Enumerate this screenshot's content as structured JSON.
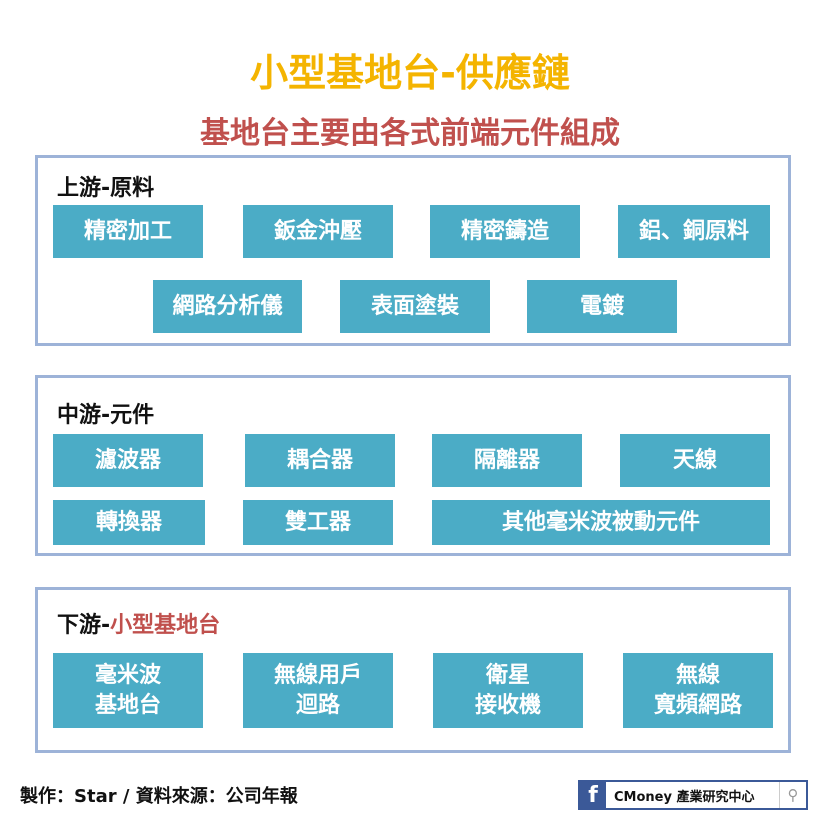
{
  "title": "小型基地台-供應鏈",
  "subtitle": "基地台主要由各式前端元件組成",
  "upstream": {
    "label": "上游-原料",
    "items": [
      "精密加工",
      "鈑金沖壓",
      "精密鑄造",
      "鋁、銅原料",
      "網路分析儀",
      "表面塗裝",
      "電鍍"
    ]
  },
  "midstream": {
    "label": "中游-元件",
    "items": [
      "濾波器",
      "耦合器",
      "隔離器",
      "天線",
      "轉換器",
      "雙工器",
      "其他毫米波被動元件"
    ]
  },
  "downstream": {
    "label_prefix": "下游-",
    "label_highlight": "小型基地台",
    "items": [
      "毫米波\n基地台",
      "無線用戶\n迴路",
      "衛星\n接收機",
      "無線\n寬頻網路"
    ]
  },
  "footer": {
    "credit": "製作：Star / 資料來源：公司年報",
    "brand": "CMoney 產業研究中心",
    "fb_letter": "f"
  },
  "colors": {
    "title": "#F4B400",
    "subtitle": "#C0504D",
    "box": "#4BACC6",
    "border": "#9DB3D8"
  }
}
